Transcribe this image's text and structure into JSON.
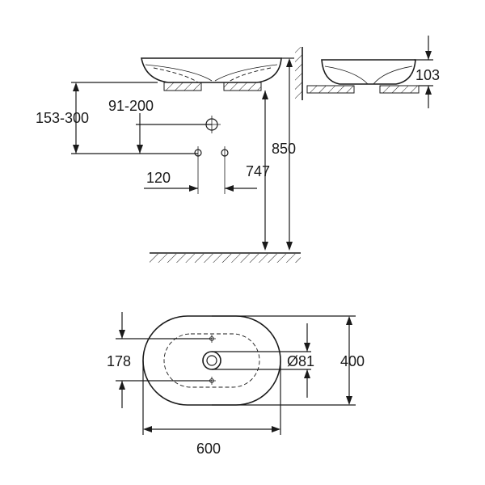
{
  "dimensions": {
    "tap_height_range": "153-300",
    "waste_height_range": "91-200",
    "floor_to_rim": "850",
    "floor_to_bottom": "747",
    "fixing_spacing": "120",
    "basin_height": "103",
    "waste_spacing": "178",
    "waste_diameter": "Ø81",
    "basin_width": "400",
    "basin_length": "600"
  }
}
